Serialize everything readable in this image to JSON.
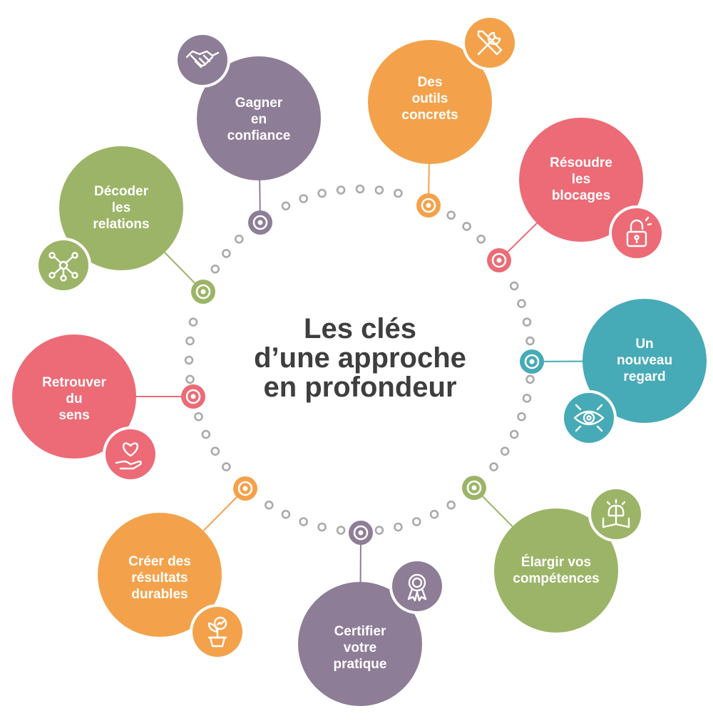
{
  "title": {
    "lines": [
      "Les clés",
      "d’une approche",
      "en profondeur"
    ]
  },
  "colors": {
    "purple": "#8e7d96",
    "orange": "#f3a24b",
    "red": "#ec6b76",
    "teal": "#47aab7",
    "green": "#9cb467",
    "dots": "#aaaaaa",
    "title": "#3e3e3e"
  },
  "nodes": [
    {
      "id": "gagner-en-confiance",
      "color": "purple",
      "lines": [
        "Gagner",
        "en",
        "confiance"
      ],
      "icon": "handshake-icon"
    },
    {
      "id": "des-outils-concrets",
      "color": "orange",
      "lines": [
        "Des",
        "outils",
        "concrets"
      ],
      "icon": "tools-icon"
    },
    {
      "id": "resoudre-les-blocages",
      "color": "red",
      "lines": [
        "Résoudre",
        "les",
        "blocages"
      ],
      "icon": "unlocked-padlock-icon"
    },
    {
      "id": "un-nouveau-regard",
      "color": "teal",
      "lines": [
        "Un",
        "nouveau",
        "regard"
      ],
      "icon": "eye-icon"
    },
    {
      "id": "elargir-vos-competences",
      "color": "green",
      "lines": [
        "Élargir vos",
        "compétences"
      ],
      "icon": "brain-book-icon"
    },
    {
      "id": "certifier-votre-pratique",
      "color": "purple",
      "lines": [
        "Certifier",
        "votre",
        "pratique"
      ],
      "icon": "award-ribbon-icon"
    },
    {
      "id": "creer-des-resultats-durables",
      "color": "orange",
      "lines": [
        "Créer des",
        "résultats",
        "durables"
      ],
      "icon": "growing-plant-icon"
    },
    {
      "id": "retrouver-du-sens",
      "color": "red",
      "lines": [
        "Retrouver",
        "du",
        "sens"
      ],
      "icon": "heart-hand-icon"
    },
    {
      "id": "decoder-les-relations",
      "color": "green",
      "lines": [
        "Décoder",
        "les",
        "relations"
      ],
      "icon": "network-icon"
    }
  ]
}
